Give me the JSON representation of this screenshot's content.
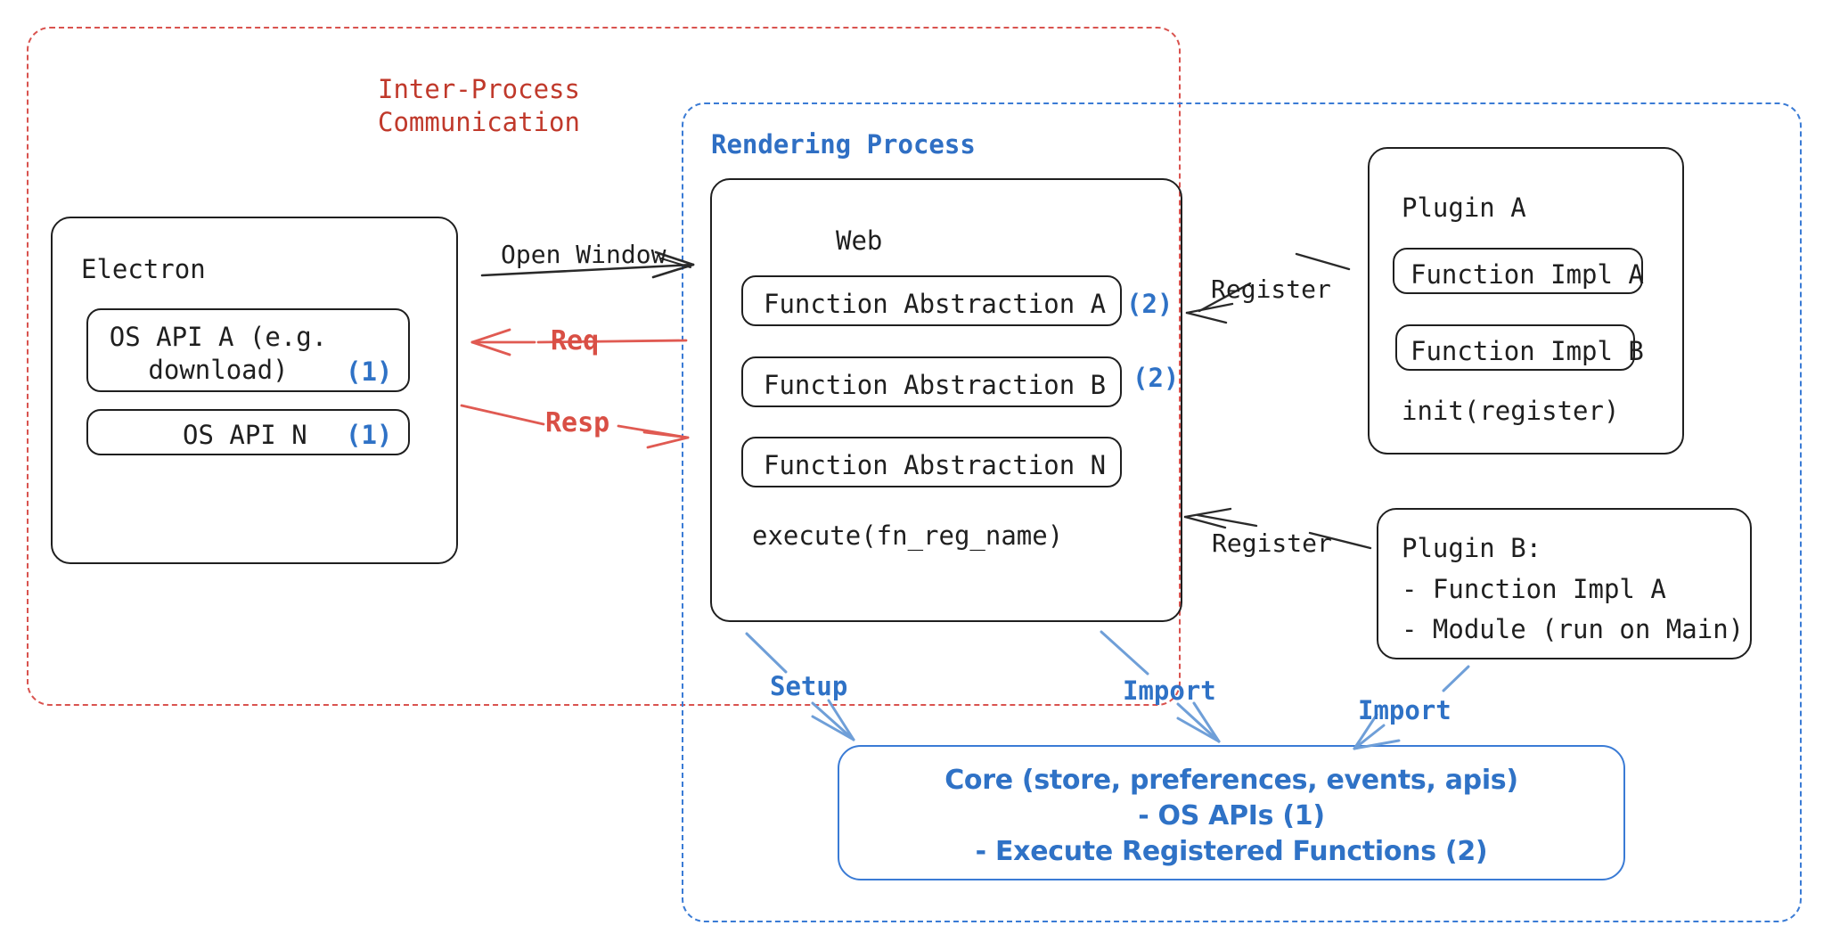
{
  "diagram": {
    "title": "Electron plugin architecture",
    "colors": {
      "ipc_red": "#d9534f",
      "render_blue": "#3a7bd5",
      "marker_blue": "#2f72c6",
      "node_black": "#1f1f1f"
    },
    "containers": {
      "ipc": {
        "label_line1": "Inter-Process",
        "label_line2": "Communication"
      },
      "rendering": {
        "label": "Rendering Process"
      }
    },
    "electron": {
      "title": "Electron",
      "items": [
        {
          "label": "OS API A (e.g.\ndownload)",
          "marker": "(1)"
        },
        {
          "label": "OS API N",
          "marker": "(1)"
        }
      ]
    },
    "web": {
      "title": "Web",
      "abstractions": [
        {
          "label": "Function Abstraction A",
          "marker": "(2)"
        },
        {
          "label": "Function Abstraction B",
          "marker": "(2)"
        },
        {
          "label": "Function Abstraction N",
          "marker": ""
        }
      ],
      "footer": "execute(fn_reg_name)"
    },
    "plugin_a": {
      "title": "Plugin A",
      "items": [
        "Function Impl A",
        "Function Impl B"
      ],
      "footer": "init(register)"
    },
    "plugin_b": {
      "title": "Plugin B:",
      "items": [
        "- Function Impl A",
        "- Module (run on Main)"
      ]
    },
    "core": {
      "line1": "Core (store, preferences, events, apis)",
      "line2": "- OS APIs (1)",
      "line3": "- Execute Registered Functions (2)"
    },
    "edges": {
      "open_window": "Open Window",
      "req": "Req",
      "resp": "Resp",
      "register_top": "Register",
      "register_bottom": "Register",
      "setup": "Setup",
      "import_web": "Import",
      "import_plugin_b": "Import"
    }
  }
}
